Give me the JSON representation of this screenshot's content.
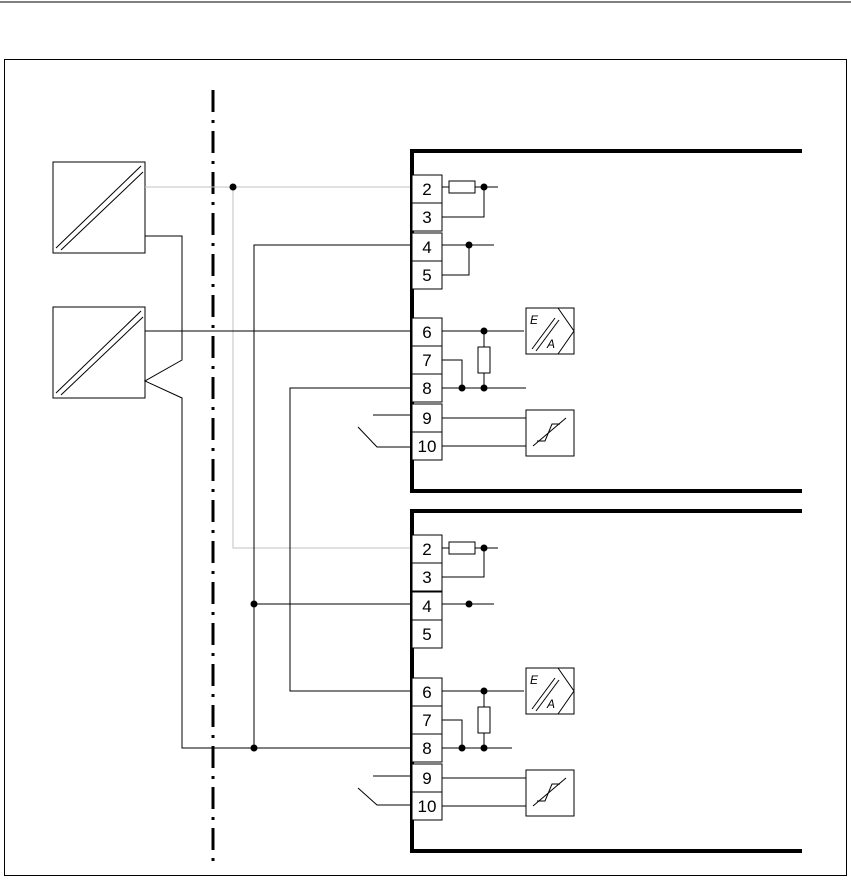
{
  "diagram": {
    "upper_module": {
      "terminals": [
        "2",
        "3",
        "4",
        "5",
        "6",
        "7",
        "8",
        "9",
        "10"
      ]
    },
    "lower_module": {
      "terminals": [
        "2",
        "3",
        "4",
        "5",
        "6",
        "7",
        "8",
        "9",
        "10"
      ]
    },
    "icons": {
      "converter_symbol": "converter-icon",
      "signal_converter": "ea-converter-icon",
      "threshold_symbol": "limit-switch-icon",
      "resistor_symbol": "resistor-icon"
    }
  }
}
